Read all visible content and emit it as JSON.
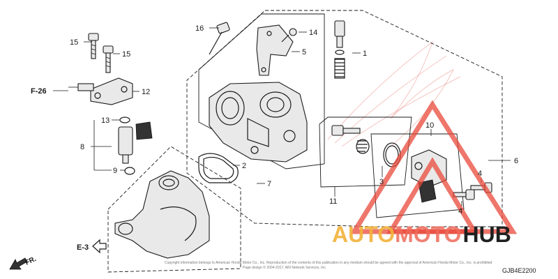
{
  "diagram": {
    "callouts": {
      "c1": "1",
      "c2": "2",
      "c3": "3",
      "c4a": "4",
      "c4b": "4",
      "c5": "5",
      "c6": "6",
      "c7": "7",
      "c8": "8",
      "c9": "9",
      "c10": "10",
      "c11": "11",
      "c12": "12",
      "c13": "13",
      "c14": "14",
      "c15a": "15",
      "c15b": "15",
      "c16": "16"
    },
    "references": {
      "f26": "F-26",
      "e3": "E-3",
      "fr": "FR."
    },
    "diagram_code": "GJB4E2200",
    "copyright_line1": "Copyright information belongs to American Honda Motor Co., Inc. Reproduction of the contents of this publication in any medium should be agreed with the approval of American Honda Motor Co., Inc. is prohibited",
    "copyright_line2": "Page design © 2004-2017, ARI Network Services, Inc."
  },
  "watermark": {
    "part1": "AUTO",
    "part2": "MOTO",
    "part3": "HUB",
    "colors": {
      "auto": "#f2b23a",
      "moto": "#ee6a5a",
      "hub": "#1f1f1f",
      "triangle": "#e8483a"
    }
  }
}
